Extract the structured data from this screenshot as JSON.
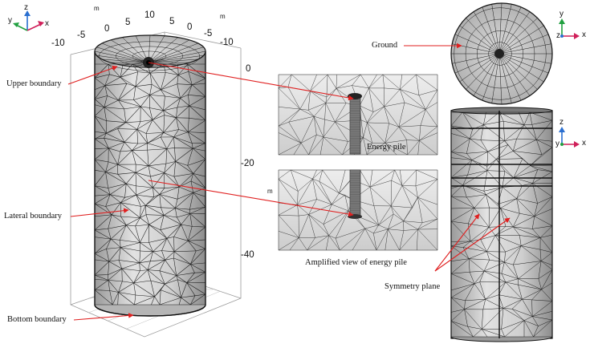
{
  "labels": {
    "upper_boundary": "Upper boundary",
    "lateral_boundary": "Lateral boundary",
    "bottom_boundary": "Bottom boundary",
    "ground": "Ground",
    "energy_pile": "Energy pile",
    "amplified_view": "Amplified view of energy pile",
    "symmetry_plane": "Symmetry plane"
  },
  "units": {
    "left_top_a": "m",
    "left_top_b": "m",
    "zoom": "m"
  },
  "ticks": {
    "x_axis": [
      "-10",
      "-5",
      "0",
      "5",
      "10"
    ],
    "y_axis": [
      "5",
      "0",
      "-5",
      "-10"
    ],
    "z_axis": [
      "0",
      "-20",
      "-40"
    ]
  },
  "triads": {
    "left": {
      "a": "y",
      "b": "z",
      "c": "x"
    },
    "ground": {
      "a": "y",
      "b": "z",
      "c": "x"
    },
    "side": {
      "a": "z",
      "b": "y",
      "c": "x"
    }
  },
  "colors": {
    "arrow": "#e02020",
    "mesh": "#1a1a1a",
    "fill": "#c9c9c9",
    "axis_x": "#d0205a",
    "axis_y": "#20a040",
    "axis_z": "#2a6fd0"
  }
}
